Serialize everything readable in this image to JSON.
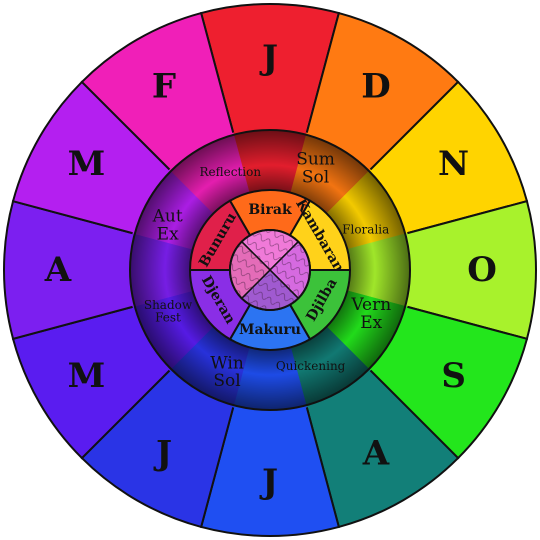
{
  "months": [
    {
      "label": "J",
      "color": "#ee1f2f"
    },
    {
      "label": "D",
      "color": "#ff7a12"
    },
    {
      "label": "N",
      "color": "#ffd400"
    },
    {
      "label": "O",
      "color": "#a8f22c"
    },
    {
      "label": "S",
      "color": "#23e61c"
    },
    {
      "label": "A",
      "color": "#127f78"
    },
    {
      "label": "J",
      "color": "#1f4ff2"
    },
    {
      "label": "J",
      "color": "#2a34e6"
    },
    {
      "label": "M",
      "color": "#5a1cf0"
    },
    {
      "label": "A",
      "color": "#7c1ff0"
    },
    {
      "label": "M",
      "color": "#b41ff0"
    },
    {
      "label": "F",
      "color": "#f01fb8"
    }
  ],
  "festivals": [
    {
      "lines": [
        "Sum",
        "Sol"
      ],
      "size": 17
    },
    {
      "lines": [
        "Floralia"
      ],
      "size": 12
    },
    {
      "lines": [
        "Vern",
        "Ex"
      ],
      "size": 17
    },
    {
      "lines": [
        "Quickening"
      ],
      "size": 12
    },
    {
      "lines": [
        "Win",
        "Sol"
      ],
      "size": 17
    },
    {
      "lines": [
        "Shadow",
        "Fest"
      ],
      "size": 12
    },
    {
      "lines": [
        "Aut",
        "Ex"
      ],
      "size": 17
    },
    {
      "lines": [
        "Reflection"
      ],
      "size": 12
    }
  ],
  "seasons": [
    {
      "label": "Birak",
      "color": "#ff6a1a"
    },
    {
      "label": "Kambarang",
      "color": "#ffd21a"
    },
    {
      "label": "Djilba",
      "color": "#3cc23a"
    },
    {
      "label": "Makuru",
      "color": "#2c74f2"
    },
    {
      "label": "Djeran",
      "color": "#8a2ee6"
    },
    {
      "label": "Bunuru",
      "color": "#e0204a"
    }
  ],
  "center": {
    "colors": [
      "#f07ad8",
      "#d66ae0",
      "#a05ad0",
      "#e46cb8"
    ]
  }
}
